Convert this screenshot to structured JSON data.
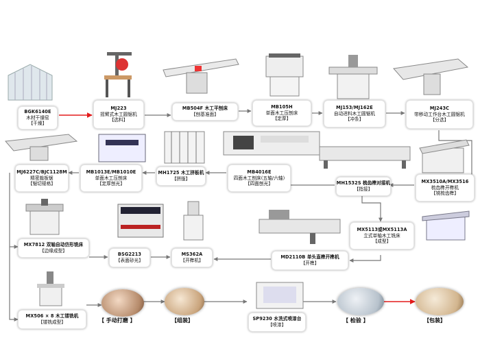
{
  "nodes": {
    "bgk": {
      "l1": "BGK6140E",
      "l2": "木材干燥窑",
      "l3": "【干燥】"
    },
    "mj223": {
      "l1": "MJ223",
      "l2": "摇臂式木工圆锯机",
      "l3": "【选料】"
    },
    "mb504f": {
      "l1": "MB504F 木工平刨床",
      "l2": "【刨基准面】"
    },
    "mb105h": {
      "l1": "MB105H",
      "l2": "单面木工压刨床",
      "l3": "【定厚】"
    },
    "mj153": {
      "l1": "MJ153/MJ162E",
      "l2": "自动进料木工圆锯机",
      "l3": "【冲条】"
    },
    "mj243c": {
      "l1": "MJ243C",
      "l2": "带移动工作台木工圆锯机",
      "l3": "【分选】"
    },
    "mj6227": {
      "l1": "MJ6227C/BJC1128M",
      "l2": "精密裁板锯",
      "l3": "【锯切规格】"
    },
    "mb1013": {
      "l1": "MB1013E/MB1010E",
      "l2": "单面木工压刨床",
      "l3": "【定厚刨光】"
    },
    "mh1725": {
      "l1": "MH1725 木工拼板机",
      "l2": "【拼版】"
    },
    "mb4016": {
      "l1": "MB4016E",
      "l2": "四面木工刨床(五轴/六轴)",
      "l3": "【四面刨光】"
    },
    "mh1532": {
      "l1": "MH1532S 梳齿榫对接机",
      "l2": "【指接】"
    },
    "mx3510": {
      "l1": "MX3510A/MX3516",
      "l2": "梳齿榫开榫机",
      "l3": "【铣梳齿榫】"
    },
    "mx7812": {
      "l1": "MX7812 双轴自动仿形铣床",
      "l2": "【边缘成型】"
    },
    "bsg": {
      "l1": "BSG2213",
      "l2": "【表面砂光】"
    },
    "ms362": {
      "l1": "MS362A",
      "l2": "【开榫机】"
    },
    "mx5113": {
      "l1": "MX5113或MX5113A",
      "l2": "立式单轴木工铣床",
      "l3": "【成型】"
    },
    "md2110": {
      "l1": "MD2110B 单头直榫开榫机",
      "l2": "【开榫】"
    },
    "mx506": {
      "l1": "MX506 × 8 木工镂铣机",
      "l2": "【镂铣成型】"
    },
    "sp9230": {
      "l1": "SP9230 水洗式喷漆台",
      "l2": "【喷漆】"
    }
  },
  "steps": {
    "sanding": "【 手动打磨 】",
    "assembly": "【组装】",
    "inspection": "【 检验 】",
    "packing": "【包装】"
  },
  "colors": {
    "connector": "#777777",
    "accent_arrow": "#e31b1b",
    "node_border": "#e4e4e4"
  }
}
